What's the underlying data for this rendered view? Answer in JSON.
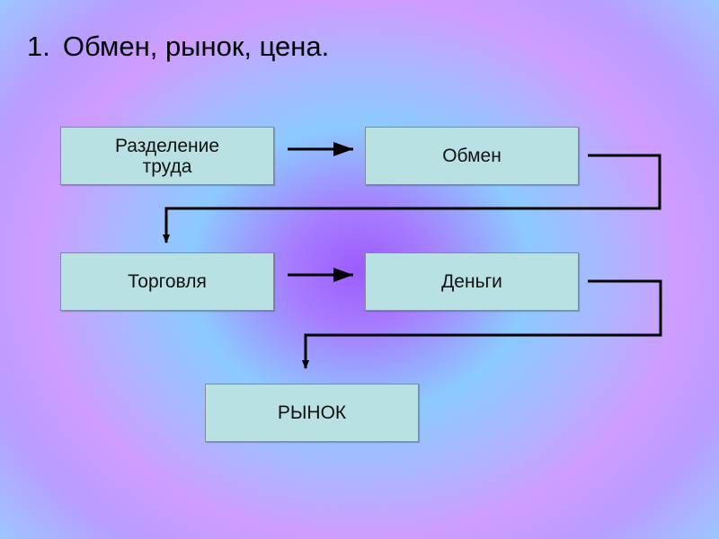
{
  "title": {
    "number": "1.",
    "text": "Обмен, рынок, цена."
  },
  "boxes": {
    "division_of_labor": "Разделение труда",
    "exchange": "Обмен",
    "trade": "Торговля",
    "money": "Деньги",
    "market": "РЫНОК"
  },
  "colors": {
    "box_fill": "#b9e1e3",
    "box_border": "#7f8a96",
    "arrow": "#000000"
  }
}
